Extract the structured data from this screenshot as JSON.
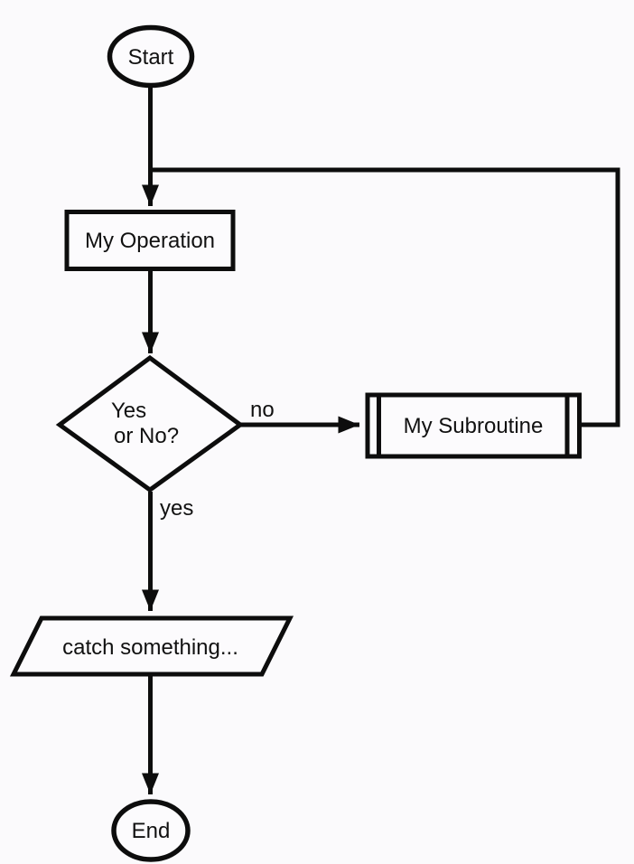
{
  "page": {
    "background_color": "#fbfafc"
  },
  "diagram": {
    "type": "flowchart",
    "stroke_color": "#0d0d0d",
    "text_color": "#111111",
    "nodes": [
      {
        "id": "start",
        "shape": "terminator",
        "label": "Start"
      },
      {
        "id": "my-operation",
        "shape": "process",
        "label": "My Operation"
      },
      {
        "id": "yes-or-no",
        "shape": "decision",
        "label_lines": [
          "Yes",
          "or No?"
        ]
      },
      {
        "id": "my-subroutine",
        "shape": "predefined-process",
        "label": "My Subroutine"
      },
      {
        "id": "catch-something",
        "shape": "input-output",
        "label": "catch something..."
      },
      {
        "id": "end",
        "shape": "terminator",
        "label": "End"
      }
    ],
    "edges": [
      {
        "from": "start",
        "to": "my-operation",
        "label": ""
      },
      {
        "from": "my-operation",
        "to": "yes-or-no",
        "label": ""
      },
      {
        "from": "yes-or-no",
        "to": "my-subroutine",
        "label": "no"
      },
      {
        "from": "my-subroutine",
        "to": "loop-join-above-my-operation",
        "label": ""
      },
      {
        "from": "yes-or-no",
        "to": "catch-something",
        "label": "yes"
      },
      {
        "from": "catch-something",
        "to": "end",
        "label": ""
      }
    ]
  }
}
